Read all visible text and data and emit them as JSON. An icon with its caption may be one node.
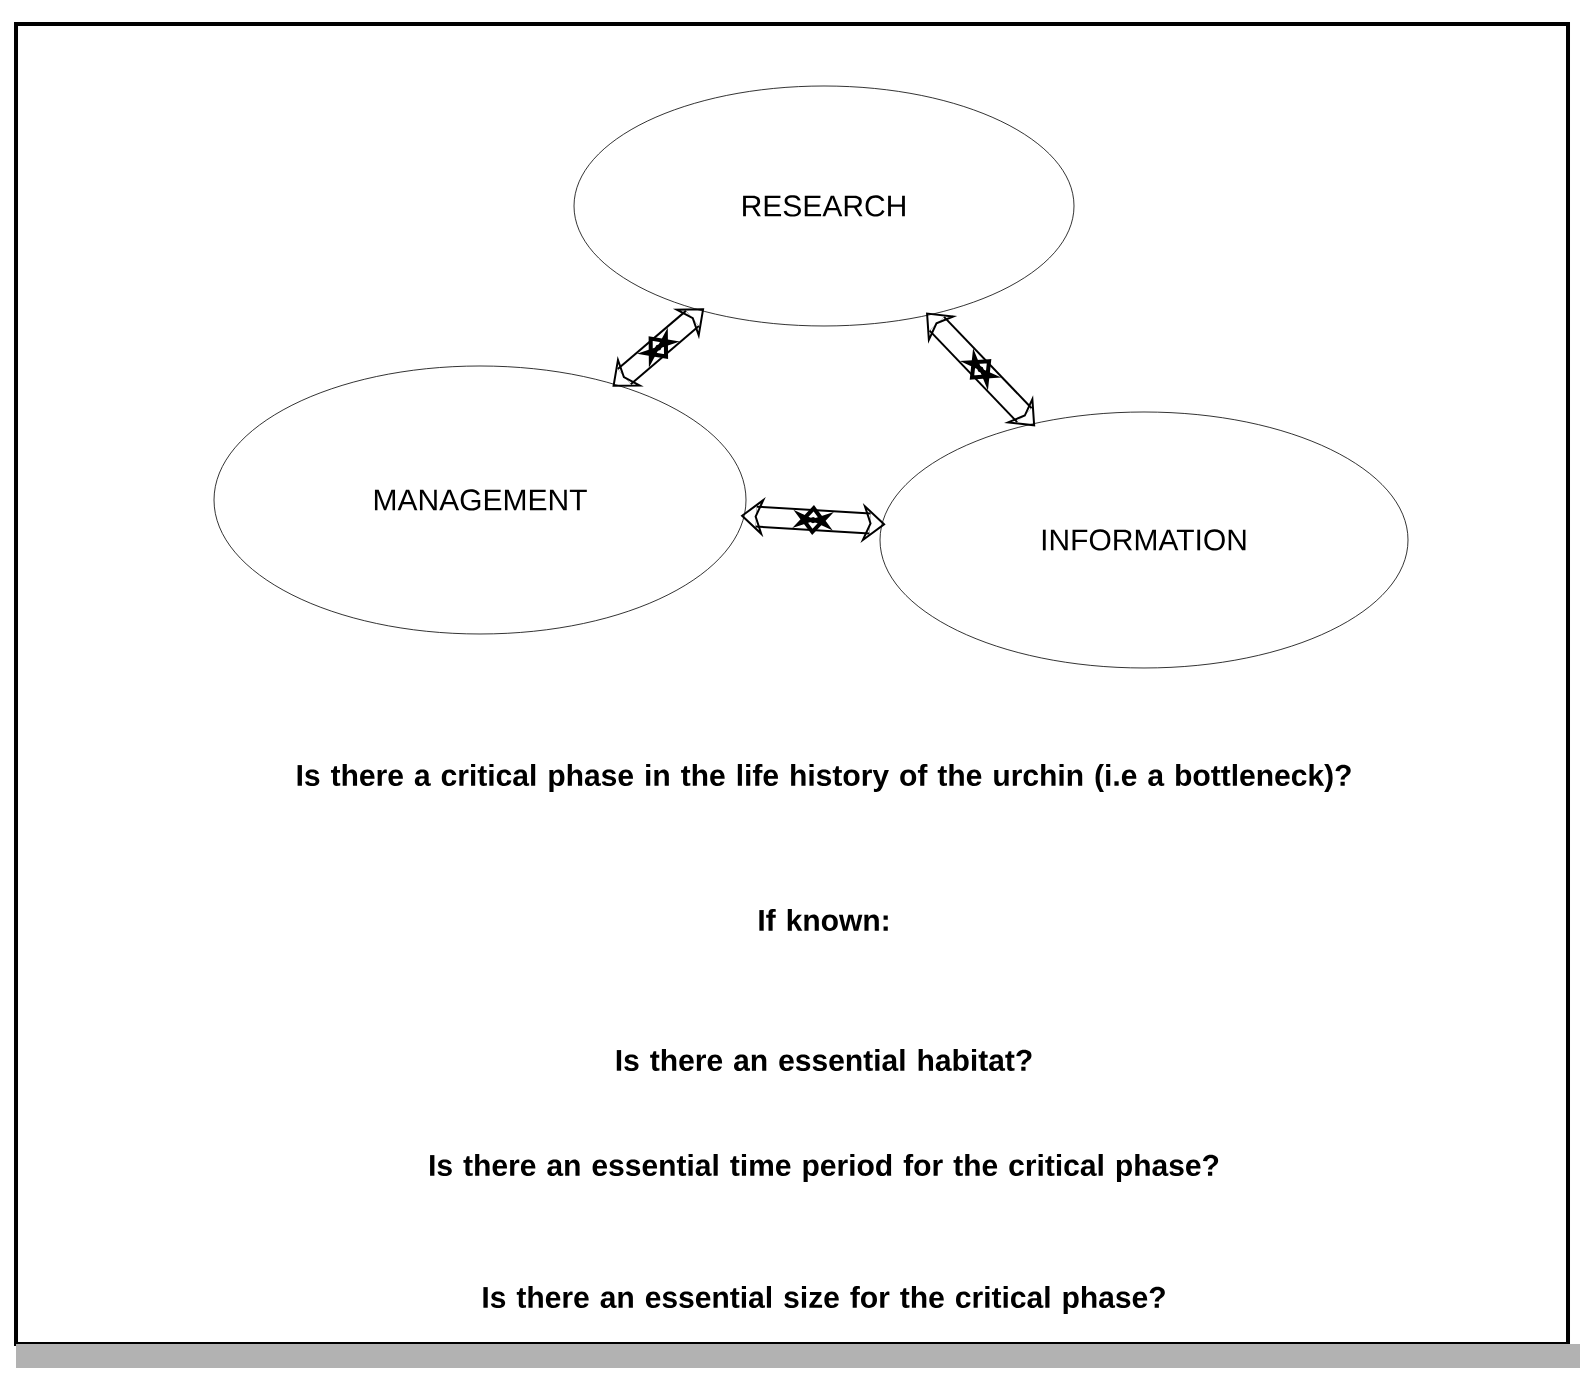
{
  "diagram": {
    "nodes": [
      {
        "text": [
          "RESEARCH"
        ]
      },
      {
        "text": [
          "MANAGEMENT"
        ]
      },
      {
        "text": [
          "INFORMATION"
        ]
      }
    ],
    "edges": [
      {
        "from": 0,
        "to": 1,
        "arrow": "both"
      },
      {
        "from": 0,
        "to": 2,
        "arrow": "both"
      },
      {
        "from": 1,
        "to": 2,
        "arrow": "both"
      }
    ],
    "labels": [
      "Is there a critical phase in the life history of the urchin (i.e a bottleneck)?",
      "If known:",
      "Is there an essential habitat?",
      "Is there an essential time period for the critical phase?",
      "Is there an essential size for the critical phase?"
    ]
  }
}
